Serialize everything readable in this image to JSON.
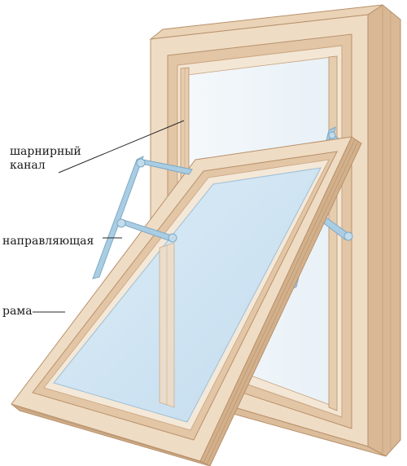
{
  "labels": {
    "hinge_line1": "шарнирный",
    "hinge_line2": "канал",
    "guide": "направляющая",
    "frame": "рама"
  },
  "colors": {
    "wood_light": "#efdcc4",
    "wood_mid": "#e2c6a6",
    "wood_dark": "#cfae8a",
    "wood_edge": "#b8916b",
    "glass": "#cfe4f2",
    "glass_light": "#e4f0f8",
    "arm": "#a9cde3",
    "arm_edge": "#7fa9c4",
    "leader": "#2a2a2a"
  }
}
